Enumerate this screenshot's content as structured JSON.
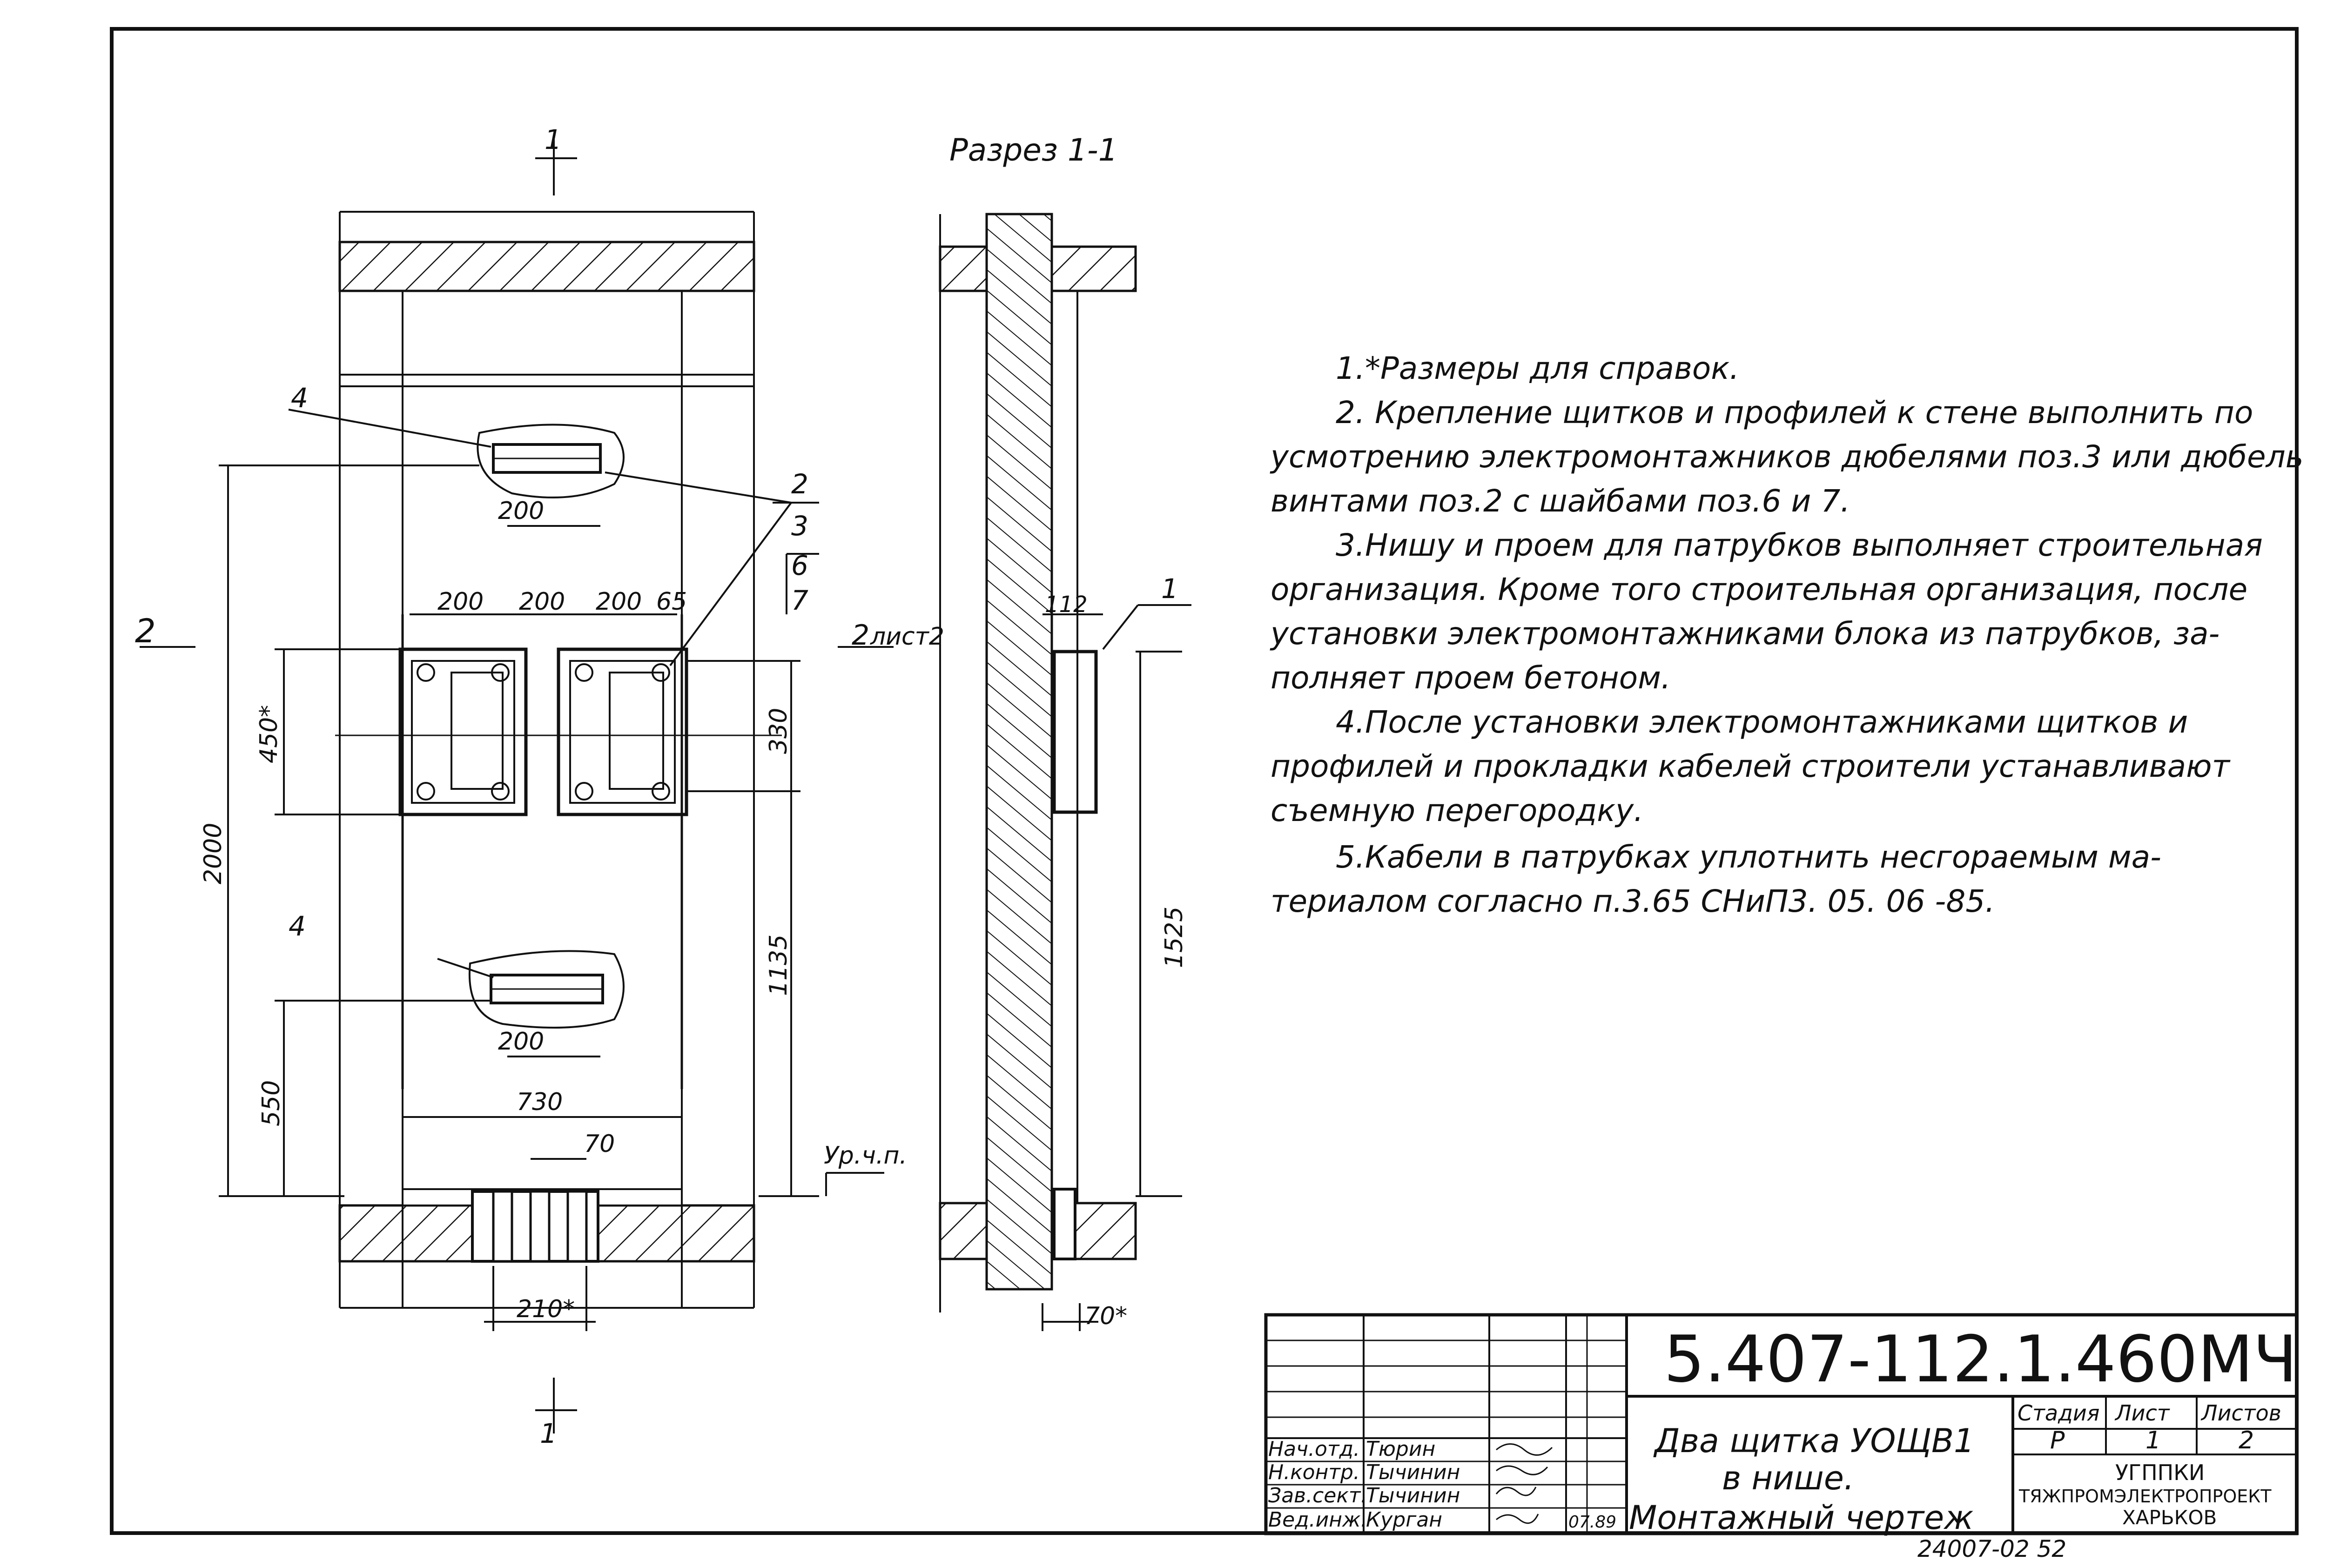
{
  "drawing": {
    "section_title": "Разрез 1-1",
    "cut_labels": {
      "top": "1",
      "bottom": "1",
      "left": "2",
      "right": "2",
      "right_sheet": "лист2"
    },
    "position_marks": {
      "top_left": "4",
      "bottom_left": "4",
      "right_section": "1",
      "list": [
        "2",
        "3",
        "6",
        "7"
      ]
    },
    "dimensions": {
      "top_profile": "200",
      "box_row": [
        "200",
        "200",
        "200",
        "65"
      ],
      "box_height": "330",
      "left_box_height": "450*",
      "overall_height": "2000",
      "lower_profile": "200",
      "niche_width": "730",
      "bottom_offset": "550",
      "right_height": "1135",
      "pipe_spacing": "70",
      "pipe_block_width": "210*",
      "section_12": "112",
      "section_height": "1525",
      "section_bottom": "70*",
      "floor_level": "Ур.ч.п."
    }
  },
  "notes": {
    "n1": "1.*Размеры для справок.",
    "n2a": "2. Крепление щитков и профилей к стене выполнить по",
    "n2b": "усмотрению электромонтажников дюбелями поз.3 или дюбель",
    "n2c": "винтами поз.2 с шайбами поз.6 и 7.",
    "n3a": "3.Нишу и проем для патрубков выполняет строительная",
    "n3b": "организация. Кроме того строительная организация, после",
    "n3c": "установки электромонтажниками блока из патрубков, за-",
    "n3d": "полняет проем бетоном.",
    "n4a": "4.После установки электромонтажниками щитков и",
    "n4b": "профилей и прокладки кабелей строители устанавливают",
    "n4c": "съемную перегородку.",
    "n5a": "5.Кабели в патрубках уплотнить несгораемым ма-",
    "n5b": "териалом согласно п.3.65 СНиП3. 05. 06 -85."
  },
  "title_block": {
    "code": "5.407-112.1.460МЧ",
    "title_line1": "Два щитка УОЩВ1",
    "title_line2": "в нише.",
    "title_line3": "Монтажный чертеж",
    "stage_label": "Стадия",
    "sheet_label": "Лист",
    "sheets_label": "Листов",
    "stage": "Р",
    "sheet": "1",
    "sheets": "2",
    "org_line1": "УГППКИ",
    "org_line2": "ТЯЖПРОМЭЛЕКТРОПРОЕКТ",
    "org_line3": "ХАРЬКОВ",
    "date": "07.89",
    "staff": [
      {
        "role": "Нач.отд.",
        "name": "Тюрин"
      },
      {
        "role": "Н.контр.",
        "name": "Тычинин"
      },
      {
        "role": "Зав.сект.",
        "name": "Тычинин"
      },
      {
        "role": "Вед.инж.",
        "name": "Курган"
      }
    ]
  },
  "archive_number": "24007-02   52"
}
